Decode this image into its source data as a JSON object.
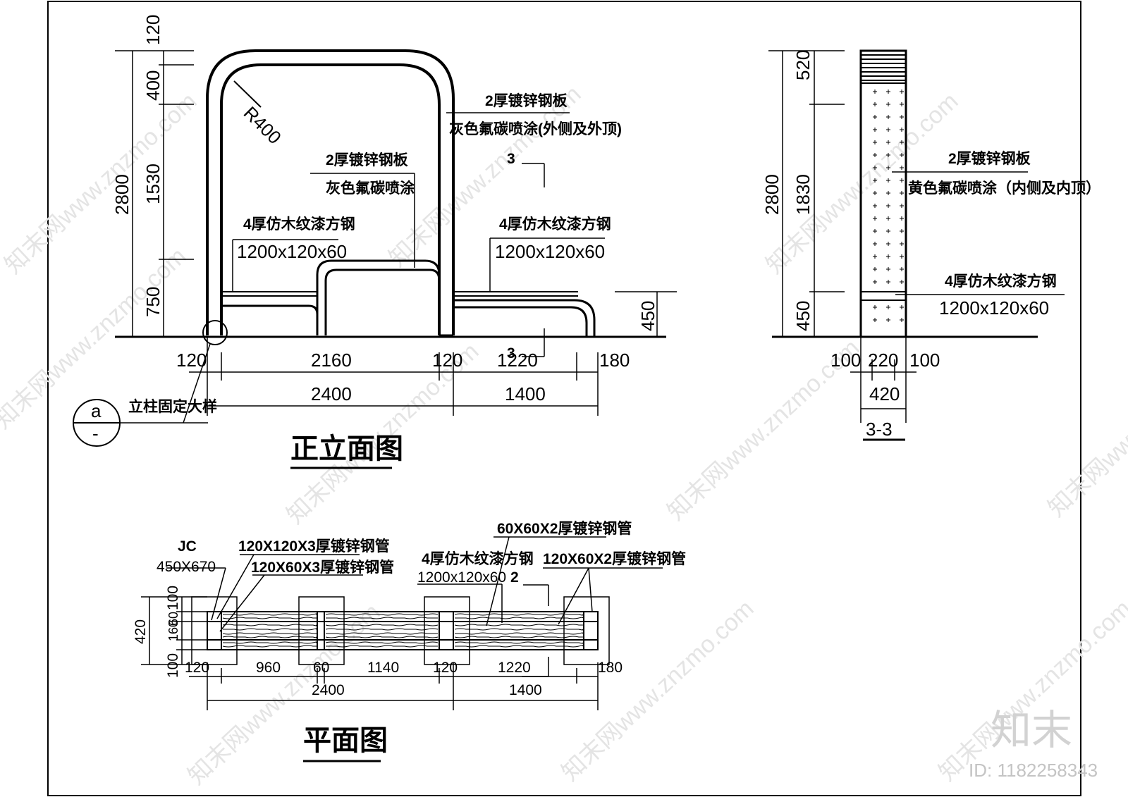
{
  "front": {
    "title": "正立面图",
    "vdims": [
      "120",
      "400",
      "1530",
      "750",
      "2800"
    ],
    "radius": "R400",
    "hdims_top": [
      "120",
      "2160",
      "120",
      "1220",
      "180"
    ],
    "hdims_bottom": [
      "2400",
      "1400"
    ],
    "seat_height": "450",
    "notes": {
      "roof_a": "2厚镀锌钢板",
      "roof_b": "灰色氟碳喷涂(外侧及外顶)",
      "panel_a": "2厚镀锌钢板",
      "panel_b": "灰色氟碳喷涂",
      "wood_left_a": "4厚仿木纹漆方钢",
      "wood_left_b": "1200x120x60",
      "wood_right_a": "4厚仿木纹漆方钢",
      "wood_right_b": "1200x120x60"
    },
    "section_mark": "3",
    "section_mark_bottom": "3",
    "detail": {
      "letter": "a",
      "sheet": "-",
      "label": "立柱固定大样"
    }
  },
  "section": {
    "title": "3-3",
    "vdims": [
      "520",
      "1830",
      "450",
      "2800"
    ],
    "hdims": [
      "100",
      "220",
      "100"
    ],
    "total": "420",
    "note_a": "2厚镀锌钢板",
    "note_b": "黄色氟碳喷涂（内侧及内顶）",
    "wood_a": "4厚仿木纹漆方钢",
    "wood_b": "1200x120x60"
  },
  "plan": {
    "title": "平面图",
    "jc_a": "JC",
    "jc_b": "450X670",
    "pipe1": "120X120X3厚镀锌钢管",
    "pipe2": "120X60X3厚镀锌钢管",
    "pipe3": "60X60X2厚镀锌钢管",
    "pipe4": "120X60X2厚镀锌钢管",
    "wood_a": "4厚仿木纹漆方钢",
    "wood_b": "1200x120x60",
    "section_mark": "2",
    "vdims": [
      "100",
      "60",
      "160",
      "100"
    ],
    "vtotal": "420",
    "hdims": [
      "120",
      "960",
      "60",
      "1140",
      "120",
      "1220",
      "180"
    ],
    "htotals": [
      "2400",
      "1400"
    ]
  },
  "watermark": {
    "brand": "知末",
    "id": "ID: 1182258343",
    "repeat": "知末网www.znzmo.com"
  }
}
